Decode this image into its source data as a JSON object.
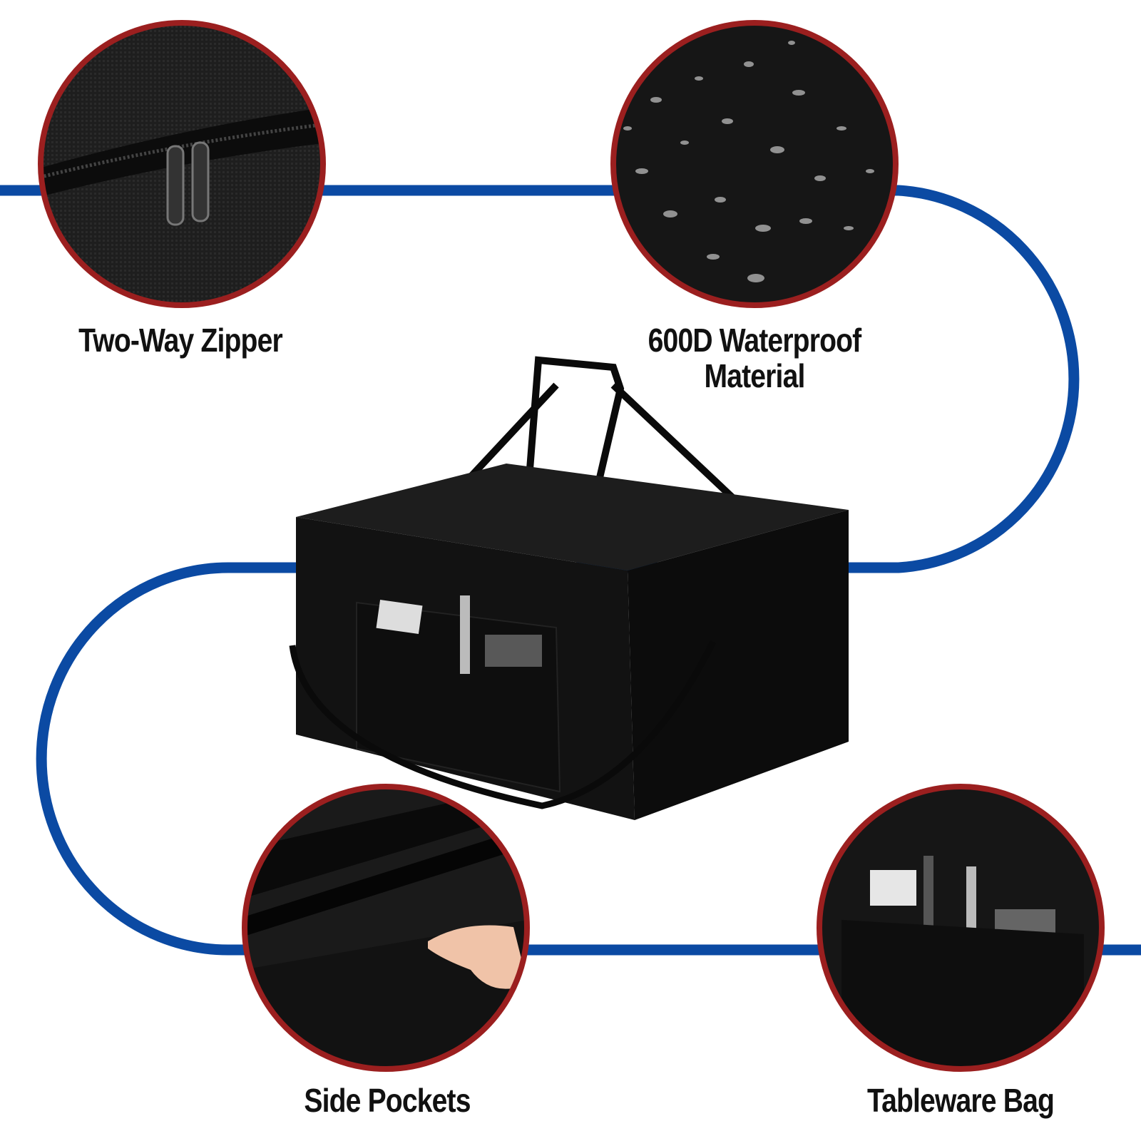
{
  "features": [
    {
      "label": "Two-Way Zipper",
      "detail": "zipper-closeup"
    },
    {
      "label": "600D Waterproof",
      "label2": "Material",
      "detail": "water-droplets-closeup"
    },
    {
      "label": "Side Pockets",
      "detail": "side-pocket-closeup"
    },
    {
      "label": "Tableware Bag",
      "detail": "tableware-pocket-closeup"
    }
  ],
  "colors": {
    "line": "#0b4aa3",
    "ring": "#9b1f1f",
    "bag": "#141414"
  }
}
